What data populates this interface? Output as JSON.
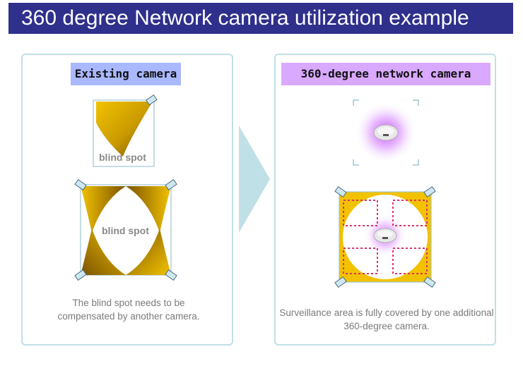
{
  "title": "360 degree Network camera utilization example",
  "left_panel": {
    "label": "Existing camera",
    "blind_spot_top": "blind spot",
    "blind_spot_bottom": "blind spot",
    "caption": "The blind spot needs to be compensated by another camera."
  },
  "right_panel": {
    "label": "360-degree network camera",
    "caption": "Surveillance area is fully covered by one additional 360-degree camera."
  },
  "colors": {
    "title_bg": "#2f2f8c",
    "existing_label_bg": "#a9b8ff",
    "camera360_label_bg": "#d9a8ff",
    "coverage": "#f2c200",
    "panel_border": "#bfe0e6",
    "arrow": "#bfe0e6",
    "dotted": "#e0306a"
  }
}
